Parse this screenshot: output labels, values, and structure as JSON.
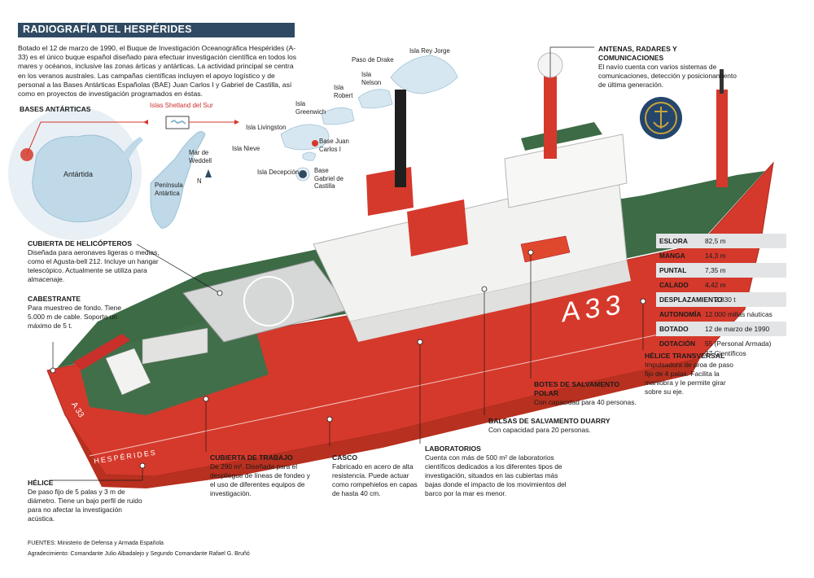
{
  "title": "RADIOGRAFÍA DEL HESPÉRIDES",
  "intro": "Botado el 12 de marzo de 1990, el Buque de Investigación Oceanográfica Hespérides (A-33) es el único buque español diseñado para efectuar investigación científica en todos los mares y océanos, inclusive las zonas árticas y antárticas. La actividad principal se centra en los veranos australes. Las campañas científicas incluyen el apoyo logístico y de personal a las Bases Antárticas Españolas (BAE) Juan Carlos I y Gabriel de Castilla, así como en proyectos de investigación programados en éstas.",
  "map": {
    "bases_heading": "BASES ANTÁRTICAS",
    "antarctica": "Antártida",
    "shetland": "Islas  Shetland del Sur",
    "weddell": "Mar de Weddell",
    "north": "N",
    "peninsula": "Península Antártica",
    "drake": "Paso de Drake",
    "rey_jorge": "Isla Rey Jorge",
    "nelson": "Isla Nelson",
    "robert": "Isla Robert",
    "greenwich": "Isla Greenwich",
    "livingston": "Isla Livingston",
    "nieve": "Isla Nieve",
    "decepcion": "Isla Decepción",
    "base_jc": "Base Juan Carlos I",
    "base_gc": "Base Gabriel de Castilla"
  },
  "annotations": {
    "antenas": {
      "h": "ANTENAS, RADARES Y COMUNICACIONES",
      "t": "El navío cuenta con varios sistemas de comunicaciones, detección y posicionamiento de última generación."
    },
    "heli": {
      "h": "CUBIERTA DE HELICÓPTEROS",
      "t": "Diseñada para aeronaves ligeras o medias, como el Agusta-bell 212. Incluye un hangar telescópico. Actualmente se utiliza para almacenaje."
    },
    "cabestrante": {
      "h": "CABESTRANTE",
      "t": "Para muestreo de fondo. Tiene 5.000 m de cable. Soporta un máximo de 5 t."
    },
    "helice": {
      "h": "HÉLICE",
      "t": "De paso fijo de 5 palas y 3 m de diámetro. Tiene un bajo perfil de ruido para no afectar la investigación acústica."
    },
    "trabajo": {
      "h": "CUBIERTA DE TRABAJO",
      "t": "De 290 m². Diseñada para el despliegue de líneas de fondeo y el uso de diferentes equipos de investigación."
    },
    "casco": {
      "h": "CASCO",
      "t": "Fabricado en acero de alta resistencia. Puede actuar como rompehielos en capas de hasta 40 cm."
    },
    "laboratorios": {
      "h": "LABORATORIOS",
      "t": "Cuenta con más de 500 m² de laboratorios científicos dedicados a los diferentes tipos de investigación, situados en las cubiertas más bajas donde el impacto de los movimientos del barco por la mar es menor."
    },
    "balsas": {
      "h": "BALSAS DE SALVAMENTO DUARRY",
      "t": "Con capacidad para 20 personas."
    },
    "botes": {
      "h": "BOTES DE SALVAMENTO POLAR",
      "t": "Con capacidad para 40 personas."
    },
    "helice_t": {
      "h": "HÉLICE TRANSVERSAL",
      "t": "Impulsadora de proa de paso fijo de 4 palas. Facilita la maniobra y le permite girar sobre su eje."
    }
  },
  "specs": [
    {
      "k": "ESLORA",
      "v": "82,5 m"
    },
    {
      "k": "MANGA",
      "v": "14,3 m"
    },
    {
      "k": "PUNTAL",
      "v": "7,35 m"
    },
    {
      "k": "CALADO",
      "v": "4,42 m"
    },
    {
      "k": "DESPLAZAMIENTO",
      "v": "2.830 t"
    },
    {
      "k": "AUTONOMÍA",
      "v": "12.000 millas náuticas"
    },
    {
      "k": "BOTADO",
      "v": "12 de marzo de 1990"
    },
    {
      "k": "DOTACIÓN",
      "v": "55 (Personal Armada)",
      "v2": "37 Científicos"
    }
  ],
  "ship": {
    "hull_number": "A33",
    "stern_number": "A 33",
    "name": "HESPÉRIDES"
  },
  "sources": "FUENTES:  Ministerio de Defensa y Armada Española",
  "thanks": "Agradecimiento: Comandante Julio Albadalejo y Segundo Comandante Rafael G. Bruñó",
  "colors": {
    "hull": "#d5392b",
    "deck": "#3c6b45",
    "superstructure": "#f2f2f0",
    "title": "#2f4a62"
  }
}
